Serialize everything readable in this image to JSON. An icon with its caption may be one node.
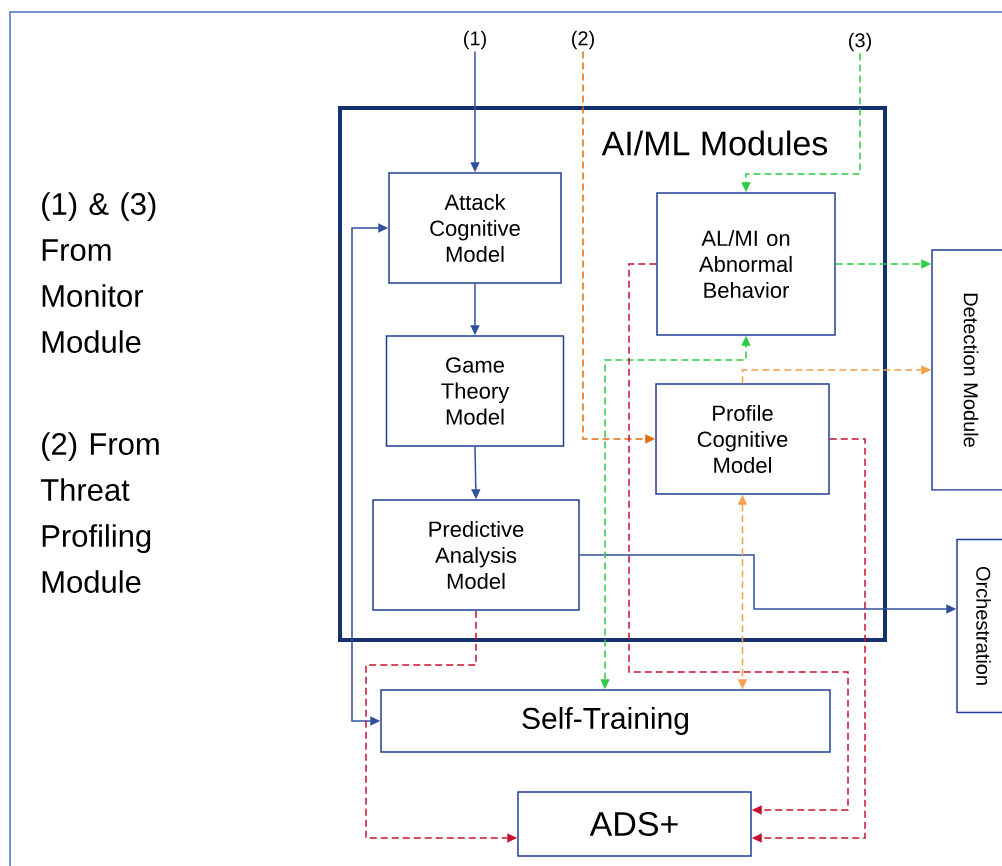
{
  "diagram": {
    "nodes": [
      {
        "text": [
          "AI/ML Modules"
        ]
      },
      {
        "text": [
          "Attack Cognitive Model"
        ],
        "in": 0
      },
      {
        "text": [
          "Game Theory Model"
        ],
        "in": 0
      },
      {
        "text": [
          "Predictive Analysis Model"
        ],
        "in": 0
      },
      {
        "text": [
          "AL/MI on Abnormal Behavior"
        ],
        "in": 0
      },
      {
        "text": [
          "Profile Cognitive Model"
        ],
        "in": 0
      },
      {
        "text": [
          "Detection Module"
        ]
      },
      {
        "text": [
          "Orchestration"
        ]
      },
      {
        "text": [
          "Self-Training"
        ]
      },
      {
        "text": [
          "ADS+"
        ]
      },
      {
        "text": [
          "(1)"
        ]
      },
      {
        "text": [
          "(2)"
        ]
      },
      {
        "text": [
          "(3)"
        ]
      }
    ],
    "edges": [
      {
        "from": 10,
        "to": 1,
        "arrow": "to"
      },
      {
        "from": 11,
        "to": 5,
        "arrow": "to",
        "style": "dashed",
        "color": "#e46c0a"
      },
      {
        "from": 12,
        "to": 4,
        "arrow": "to",
        "style": "dashed",
        "color": "#2ecc40"
      },
      {
        "from": 1,
        "to": 2,
        "arrow": "to"
      },
      {
        "from": 2,
        "to": 3,
        "arrow": "to"
      },
      {
        "from": 3,
        "to": 7,
        "arrow": "to"
      },
      {
        "from": 8,
        "to": 1,
        "arrow": "both"
      },
      {
        "from": 8,
        "to": 4,
        "arrow": "both",
        "style": "dashed",
        "color": "#2ecc40"
      },
      {
        "from": 4,
        "to": 6,
        "arrow": "to",
        "style": "dashed",
        "color": "#2ecc40"
      },
      {
        "from": 5,
        "to": 6,
        "arrow": "to",
        "style": "dashed",
        "color": "#f4a04a"
      },
      {
        "from": 5,
        "to": 8,
        "arrow": "both",
        "style": "dashed",
        "color": "#f4a04a"
      },
      {
        "from": 4,
        "to": 9,
        "arrow": "to",
        "style": "dashed",
        "color": "#c8102e"
      },
      {
        "from": 3,
        "to": 9,
        "arrow": "to",
        "style": "dashed",
        "color": "#c8102e"
      },
      {
        "from": 5,
        "to": 9,
        "arrow": "to",
        "style": "dashed",
        "color": "#c8102e"
      }
    ],
    "labels": [
      "(1) & (3) From Monitor Module",
      "(2) From Threat Profiling Module"
    ]
  }
}
